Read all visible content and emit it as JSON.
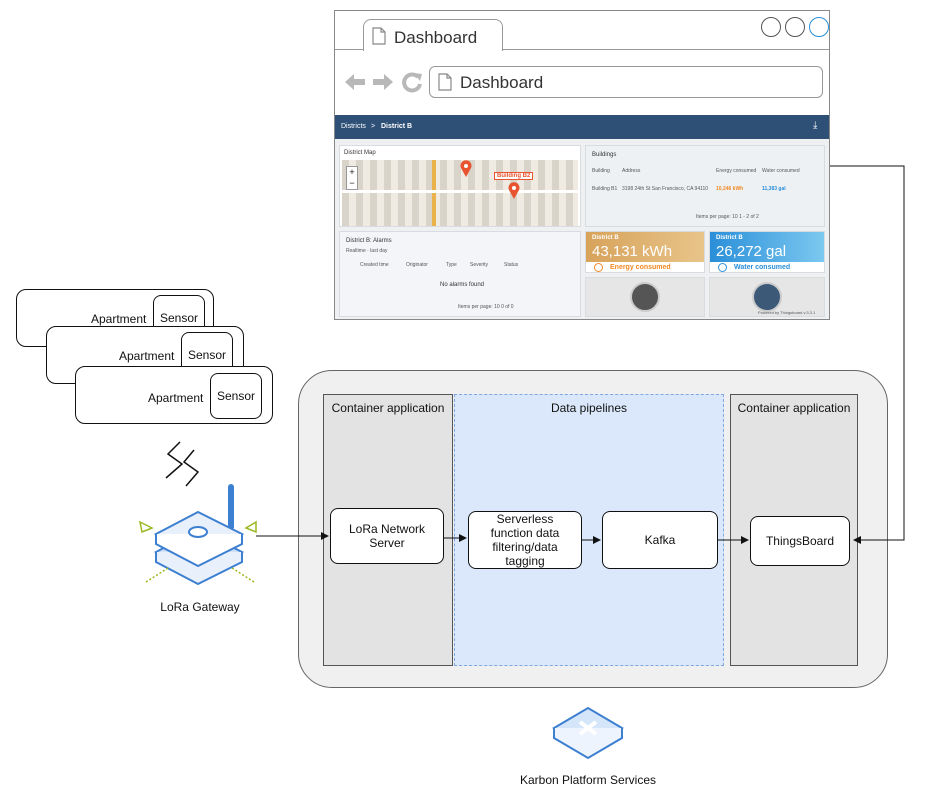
{
  "browser": {
    "tab_title": "Dashboard",
    "address": "Dashboard",
    "dashboard": {
      "breadcrumb_root": "Districts",
      "breadcrumb_sep": ">",
      "breadcrumb_current": "District B",
      "map_title": "District Map",
      "map_marker": "Building B2",
      "buildings_title": "Buildings",
      "buildings_headers": [
        "Building",
        "Address",
        "Energy consumed",
        "Water consumed"
      ],
      "buildings_row": {
        "building": "Building B1",
        "address": "3198 24th St San Francisco, CA 94110",
        "energy": "10,246 kWh",
        "water": "11,383 gal"
      },
      "buildings_pager": "Items per page:  10    1 - 2 of 2",
      "alarms_title": "District B: Alarms",
      "alarms_filter": "Realtime · last day",
      "alarms_headers": [
        "Created time",
        "Originator",
        "Type",
        "Severity",
        "Status"
      ],
      "alarms_empty": "No alarms found",
      "alarms_pager": "Items per page:  10    0 of 0",
      "energy_title": "District B",
      "energy_value": "43,131 kWh",
      "energy_label": "Energy consumed",
      "water_title": "District B",
      "water_value": "26,272 gal",
      "water_label": "Water consumed",
      "footer": "Powered by Thingsboard v.3.3.1"
    }
  },
  "apartments": [
    {
      "label": "Apartment",
      "sensor": "Sensor"
    },
    {
      "label": "Apartment",
      "sensor": "Sensor"
    },
    {
      "label": "Apartment",
      "sensor": "Sensor"
    }
  ],
  "gateway": {
    "label": "LoRa Gateway"
  },
  "platform": {
    "left_column": "Container application",
    "middle_column": "Data pipelines",
    "right_column": "Container application",
    "nodes": {
      "lora_server": "LoRa Network Server",
      "serverless": "Serverless function data filtering/data tagging",
      "kafka": "Kafka",
      "thingsboard": "ThingsBoard"
    }
  },
  "karbon": {
    "label": "Karbon Platform Services"
  },
  "colors": {
    "accent_blue": "#3d7fd1",
    "dash_header": "#2e5077",
    "energy_orange": "#f08a24",
    "water_blue": "#2a8fd8"
  },
  "icons": [
    "document-icon",
    "back-arrow-icon",
    "forward-arrow-icon",
    "reload-icon",
    "radio-waves-icon",
    "gateway-icon",
    "karbon-cube-icon"
  ]
}
